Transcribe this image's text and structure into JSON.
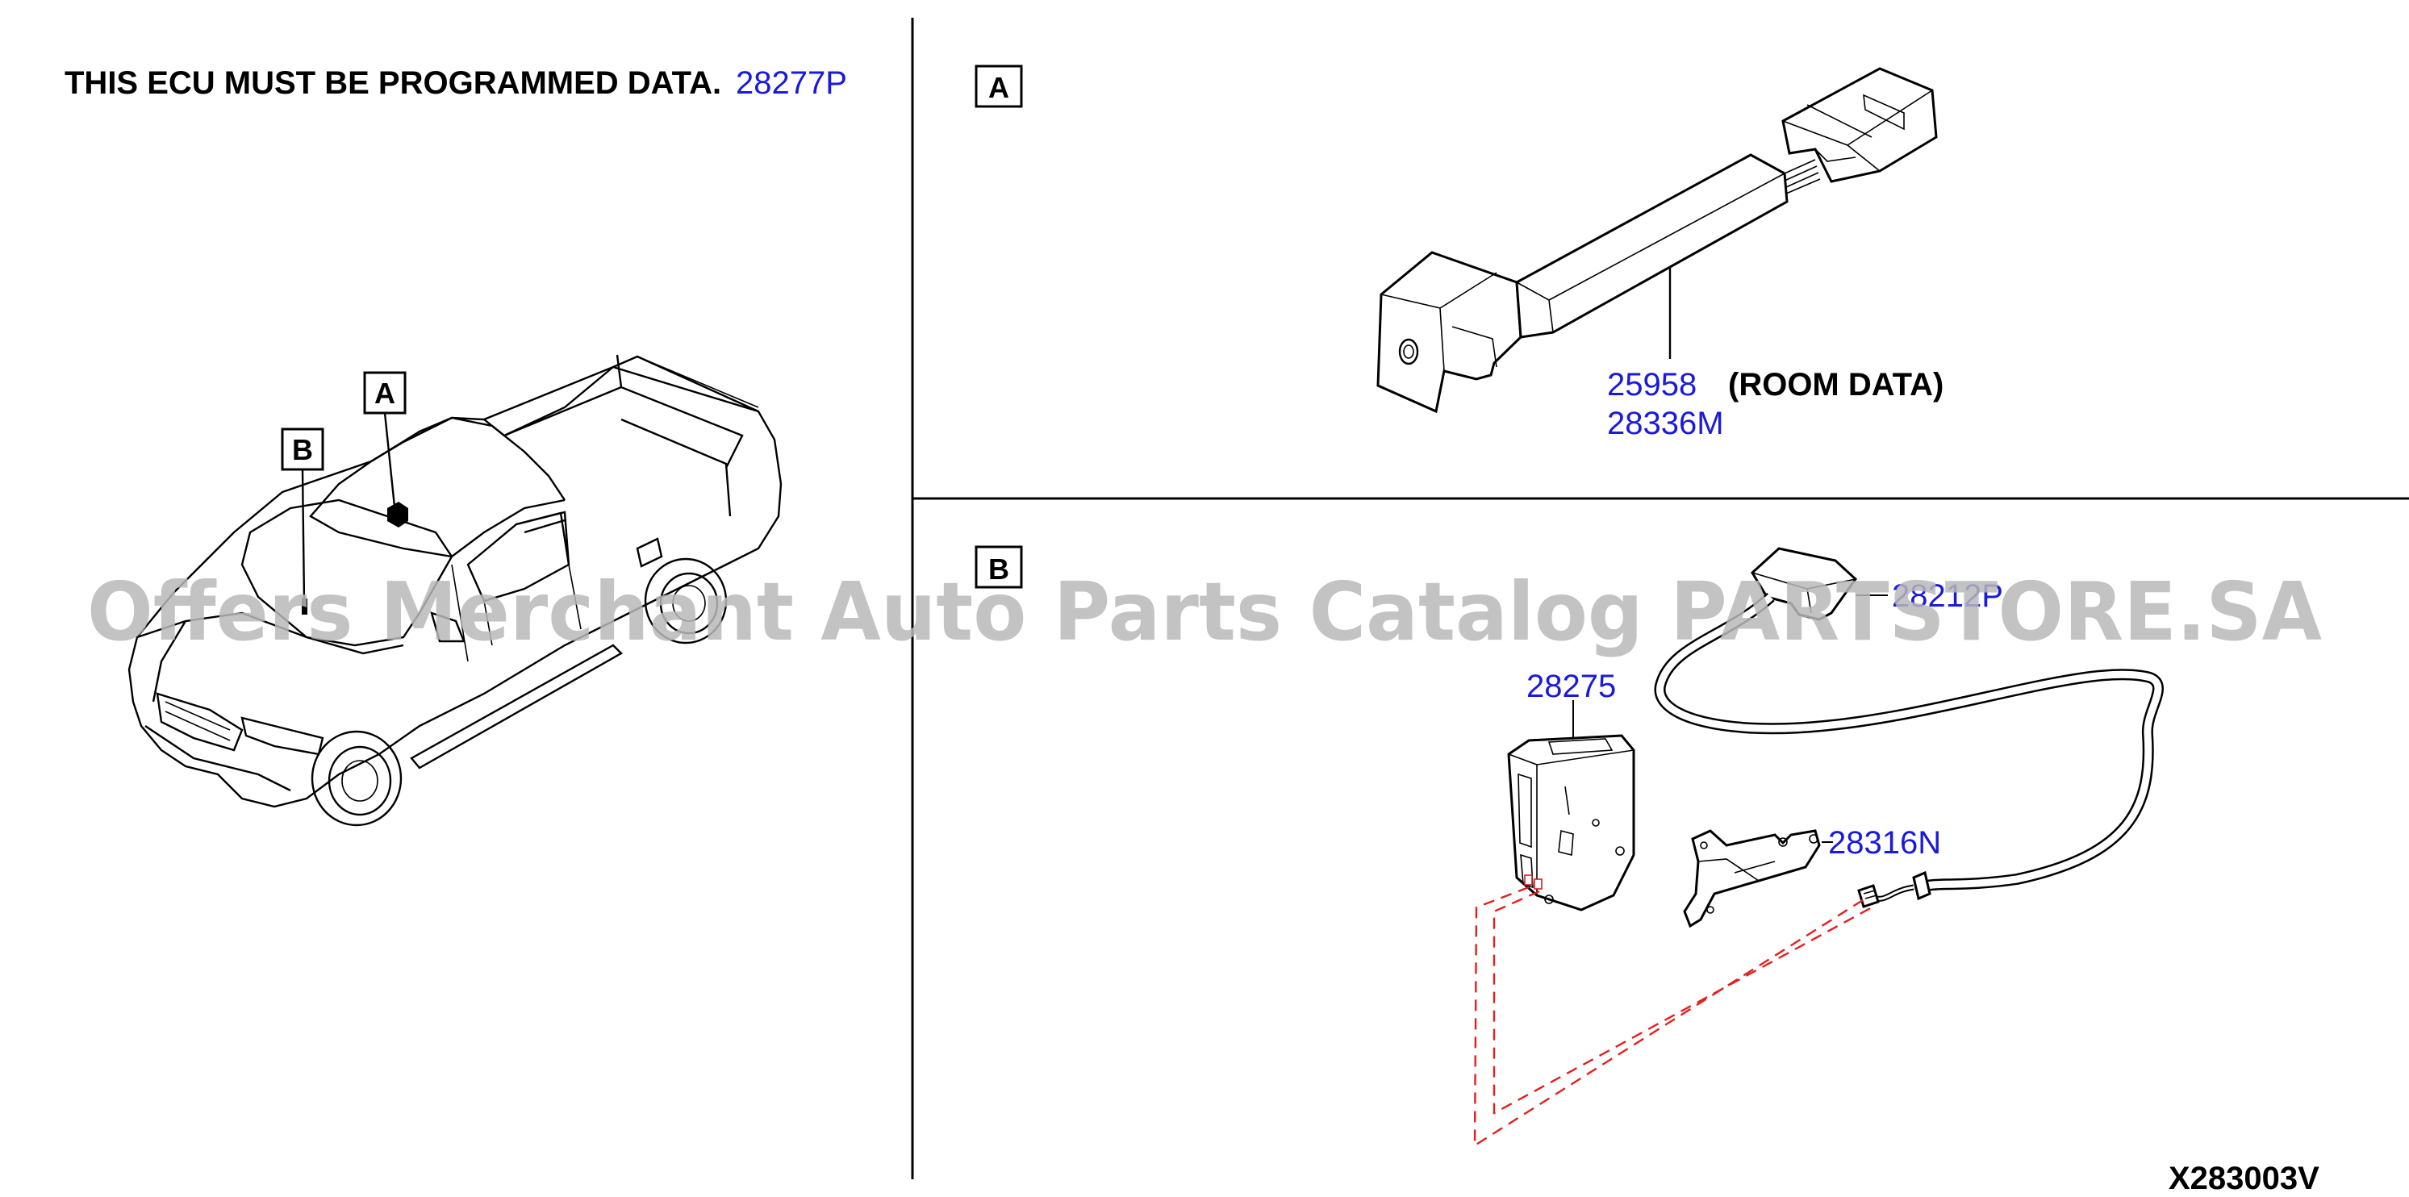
{
  "note": {
    "text": "THIS ECU MUST BE PROGRAMMED DATA.",
    "part_ref": "28277P"
  },
  "callouts": {
    "vehicle_a": "A",
    "vehicle_b": "B",
    "section_a": "A",
    "section_b": "B"
  },
  "section_a": {
    "part_1": "25958",
    "part_1_note": "(ROOM DATA)",
    "part_2": "28336M"
  },
  "section_b": {
    "part_antenna": "28212P",
    "part_ecu": "28275",
    "part_bracket": "28316N"
  },
  "diagram_code": "X283003V",
  "watermark": "Offers Merchant Auto Parts Catalog PARTSTORE.SA",
  "colors": {
    "part_number": "#1a1adc",
    "dashed_harness": "#e0201e",
    "watermark": "#b9b9b9"
  }
}
